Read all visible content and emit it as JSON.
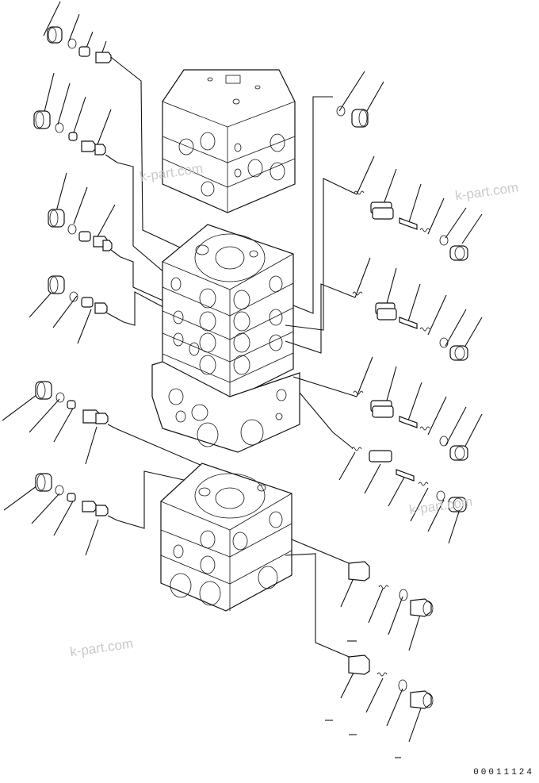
{
  "drawing_number": "00011124",
  "watermarks": [
    "k-part.com",
    "k-part.com",
    "k-part.com",
    "k-part.com"
  ],
  "subject_icon": "control-valve-exploded-view-icon"
}
